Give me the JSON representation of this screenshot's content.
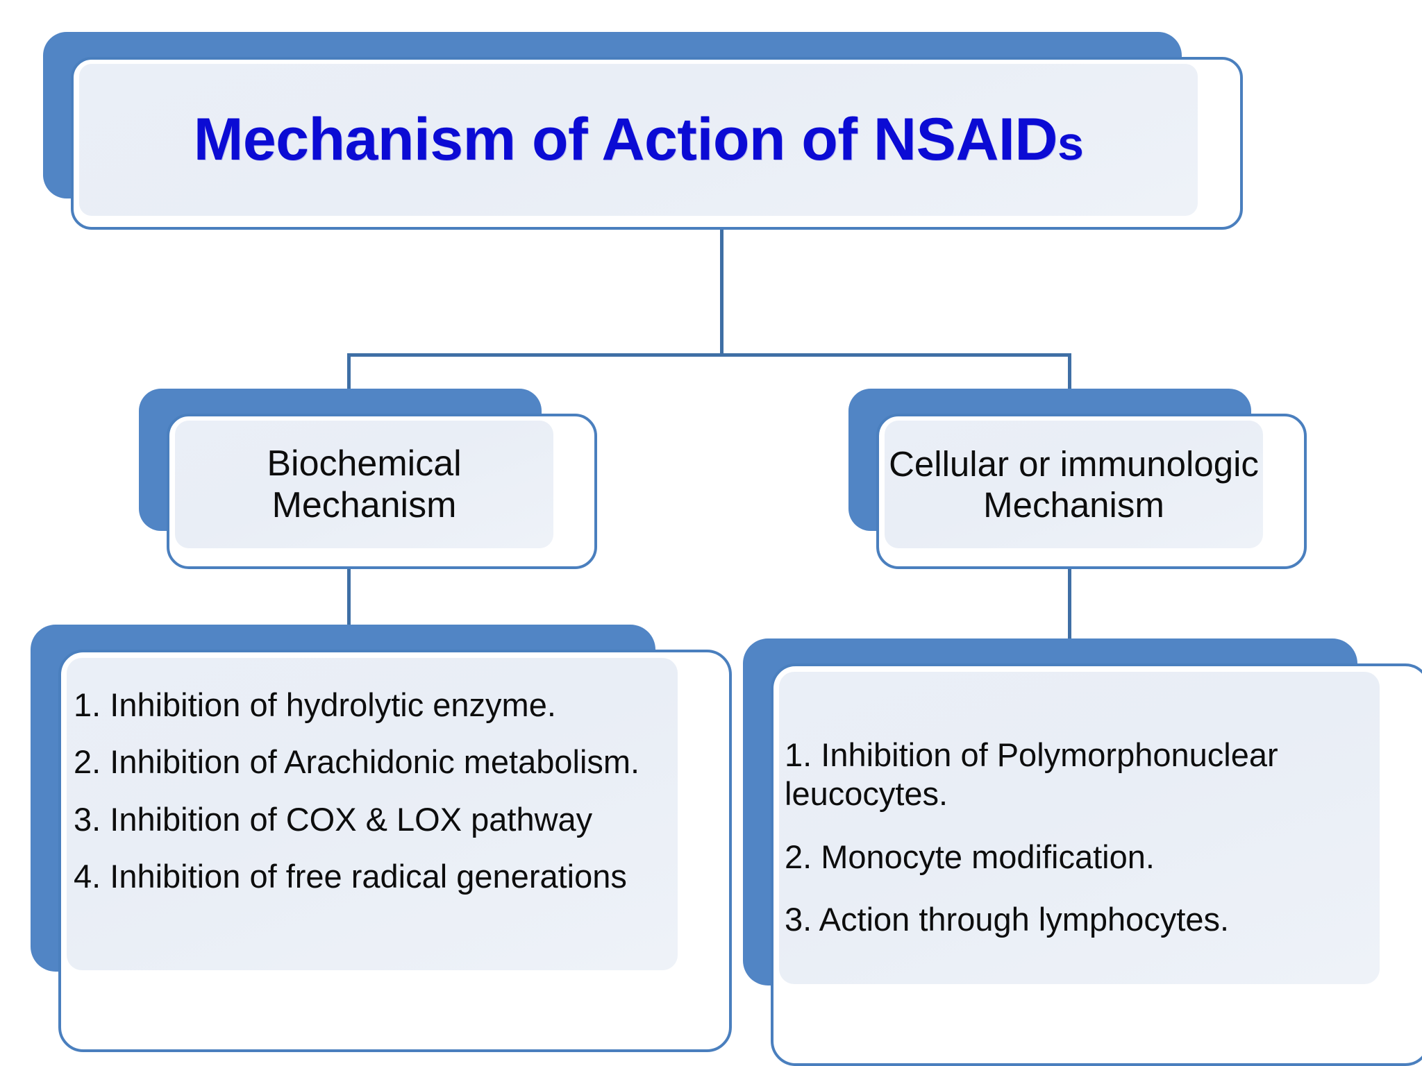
{
  "diagram": {
    "title": {
      "text_main": "Mechanism of Action of NSAID",
      "text_suffix": "s",
      "full": "Mechanism of Action of NSAIDs"
    },
    "branches": [
      {
        "label": "Biochemical Mechanism",
        "items": [
          "1. Inhibition of hydrolytic enzyme.",
          "2. Inhibition of Arachidonic metabolism.",
          "3. Inhibition of COX & LOX pathway",
          "4. Inhibition of free radical generations"
        ]
      },
      {
        "label": "Cellular or immunologic Mechanism",
        "items": [
          "1. Inhibition of  Polymorphonuclear leucocytes.",
          "2. Monocyte modification.",
          "3. Action through lymphocytes."
        ]
      }
    ],
    "colors": {
      "title_text": "#0b0bd4",
      "box_plate": "#5185c5",
      "box_border": "#4a7fbe",
      "box_fill": "#eaeff7",
      "connector": "#3f6fa5",
      "body_text": "#0d0d0d",
      "background": "#ffffff"
    }
  }
}
